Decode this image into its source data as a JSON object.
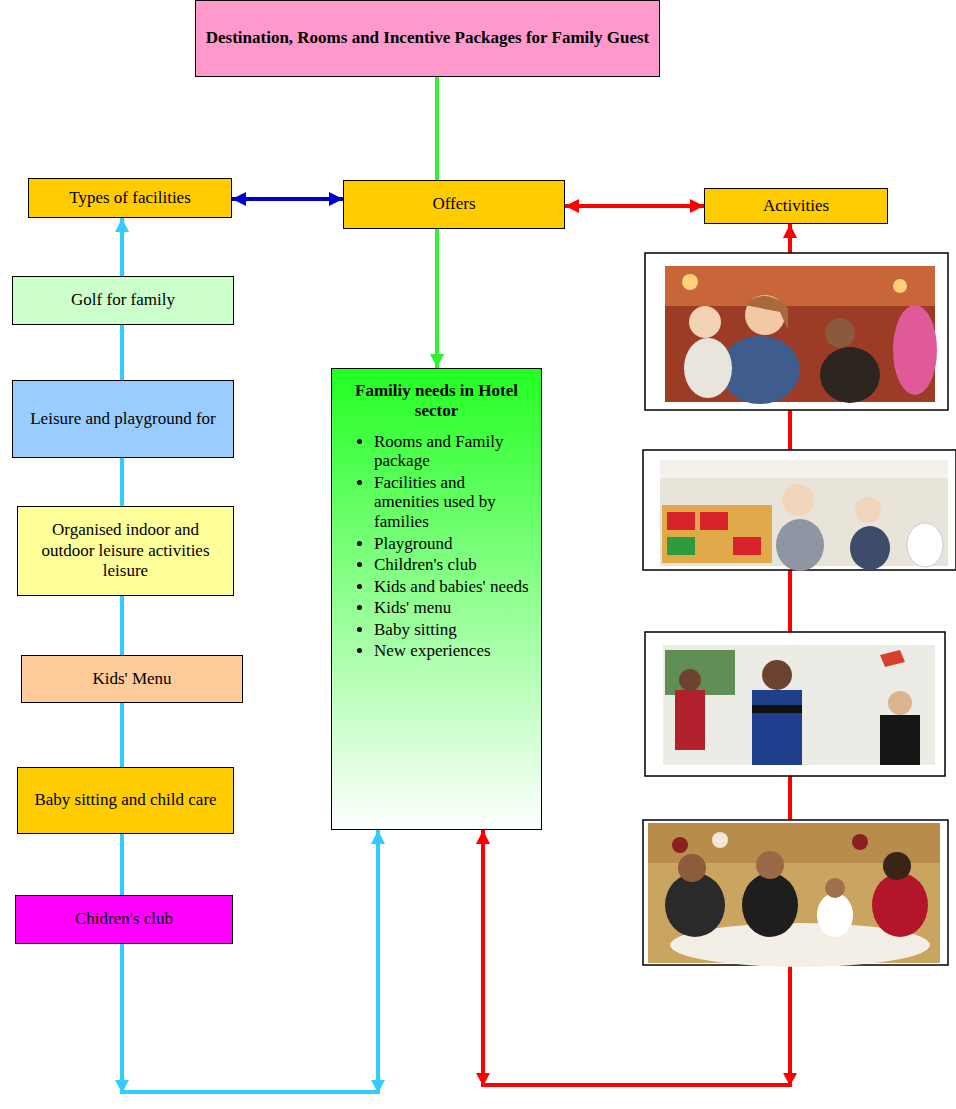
{
  "diagram": {
    "nodes": [
      {
        "text": [
          "Destination, Rooms and Incentive Packages for Family Guest"
        ]
      },
      {
        "text": [
          "Types of facilities"
        ]
      },
      {
        "text": [
          "Offers"
        ]
      },
      {
        "text": [
          "Activities"
        ]
      },
      {
        "text": [
          "Golf for family"
        ]
      },
      {
        "text": [
          "Leisure and playground for"
        ]
      },
      {
        "text": [
          "Organised indoor and outdoor leisure activities leisure"
        ]
      },
      {
        "text": [
          "Kids' Menu"
        ]
      },
      {
        "text": [
          "Baby sitting and child care"
        ]
      },
      {
        "text": [
          "Chidren's club"
        ]
      },
      {
        "text": [
          "Familiy needs in Hotel sector",
          "Rooms and Family package",
          "Facilities and amenities used by families",
          "Playground",
          "Children's club",
          "Kids and babies' needs",
          "Kids' menu",
          "Baby sitting",
          "New experiences"
        ]
      }
    ],
    "edges": [
      {
        "from": 0,
        "to": 2,
        "arrow": "none"
      },
      {
        "from": 1,
        "to": 2,
        "arrow": "both"
      },
      {
        "from": 2,
        "to": 3,
        "arrow": "both"
      },
      {
        "from": 2,
        "to": 10,
        "arrow": "to"
      },
      {
        "from": 4,
        "to": 1,
        "arrow": "to"
      },
      {
        "from": 4,
        "to": 5,
        "arrow": "none"
      },
      {
        "from": 5,
        "to": 6,
        "arrow": "none"
      },
      {
        "from": 6,
        "to": 7,
        "arrow": "none"
      },
      {
        "from": 7,
        "to": 8,
        "arrow": "none"
      },
      {
        "from": 8,
        "to": 9,
        "arrow": "none"
      },
      {
        "from": 9,
        "to": 10,
        "arrow": "to"
      },
      {
        "from": 10,
        "to": 3,
        "arrow": "both"
      }
    ]
  }
}
